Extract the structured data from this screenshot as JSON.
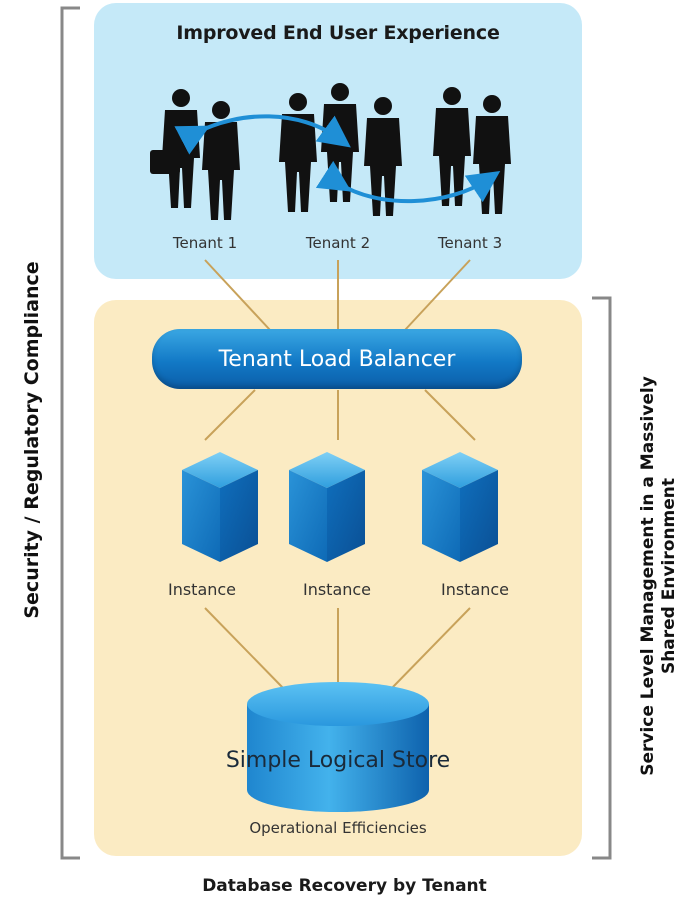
{
  "diagram": {
    "top_panel_title": "Improved End User Experience",
    "tenants": [
      {
        "label": "Tenant 1"
      },
      {
        "label": "Tenant 2"
      },
      {
        "label": "Tenant 3"
      }
    ],
    "load_balancer_label": "Tenant Load Balancer",
    "instances": [
      {
        "label": "Instance"
      },
      {
        "label": "Instance"
      },
      {
        "label": "Instance"
      }
    ],
    "store_label": "Simple Logical Store",
    "bottom_panel_caption": "Operational Efficiencies",
    "left_bracket_label": "Security / Regulatory Compliance",
    "right_bracket_label_line1": "Service Level Management in a Massively",
    "right_bracket_label_line2": "Shared Environment",
    "footer_title": "Database Recovery by Tenant"
  },
  "colors": {
    "top_panel": "#c5e9f8",
    "bottom_panel": "#fbebc3",
    "accent_blue": "#1279c6",
    "connector": "#c8a25a",
    "bracket": "#888888"
  },
  "icons": [
    "people-silhouette-icon",
    "cube-icon",
    "database-cylinder-icon",
    "exchange-arrow-icon"
  ]
}
